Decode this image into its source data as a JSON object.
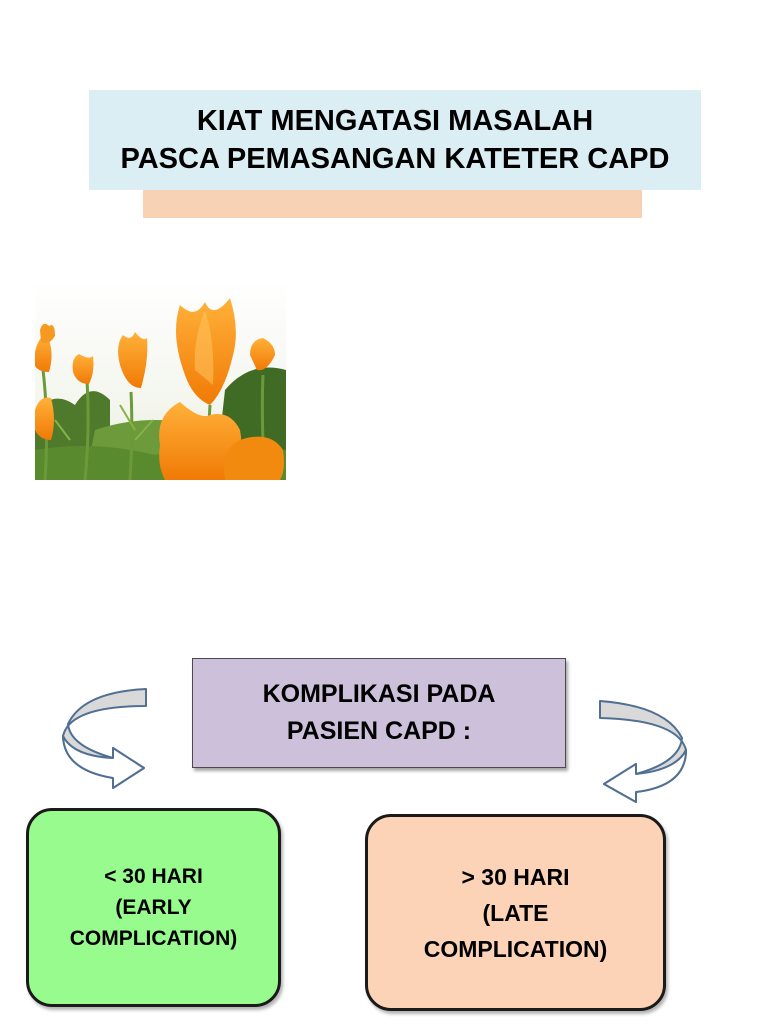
{
  "title": {
    "line1": "KIAT MENGATASI MASALAH",
    "line2": "PASCA PEMASANGAN KATETER CAPD"
  },
  "komplikasi": {
    "line1": "KOMPLIKASI PADA",
    "line2": "PASIEN CAPD :"
  },
  "early": {
    "line1": "< 30 HARI",
    "line2": "(EARLY",
    "line3": "COMPLICATION)"
  },
  "late": {
    "line1": "> 30 HARI",
    "line2": "(LATE",
    "line3": "COMPLICATION)"
  },
  "colors": {
    "title_bg": "#dbeef4",
    "title_accent": "#f8d2b4",
    "komplikasi_bg": "#ccc0da",
    "early_bg": "#98fb8e",
    "late_bg": "#fcd3b6",
    "arrow_stroke": "#4f6f93"
  },
  "icons": {
    "left_arrow": "curved-arrow-left-icon",
    "right_arrow": "curved-arrow-right-icon",
    "photo": "orange-flowers-photo"
  }
}
